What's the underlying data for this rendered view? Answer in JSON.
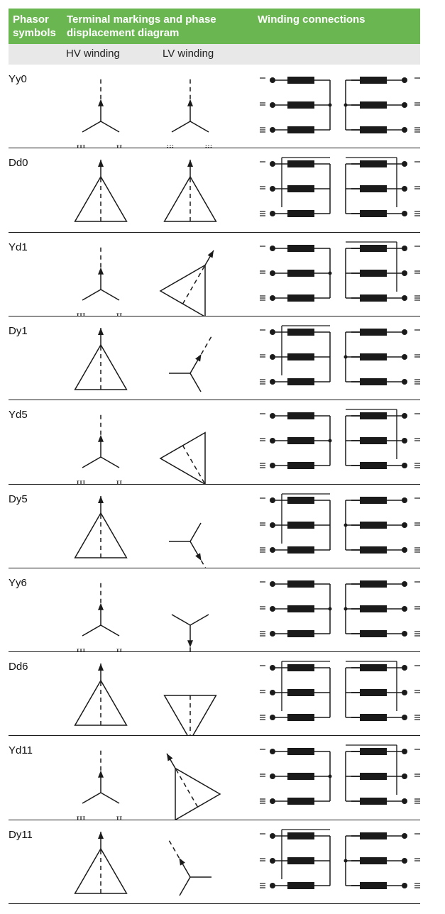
{
  "colors": {
    "header_bg": "#6ab651",
    "subheader_bg": "#e8e8e8",
    "line": "#1a1a1a"
  },
  "header": {
    "col1": "Phasor\nsymbols",
    "col2": "Terminal markings and phase\ndisplacement diagram",
    "col3": "Winding connections"
  },
  "subheader": {
    "hv": "HV winding",
    "lv": "LV winding"
  },
  "rows": [
    {
      "symbol": "Yy0",
      "hv": "Y",
      "hv_angle": 0,
      "lv": "Y",
      "lv_angle": 0,
      "hv_term": [
        "III",
        "II"
      ],
      "lv_term": [
        "iii",
        "iii"
      ]
    },
    {
      "symbol": "Dd0",
      "hv": "D",
      "hv_angle": 0,
      "lv": "D",
      "lv_angle": 0
    },
    {
      "symbol": "Yd1",
      "hv": "Y",
      "hv_angle": 0,
      "lv": "D",
      "lv_angle": 30,
      "hv_term": [
        "III",
        "II"
      ]
    },
    {
      "symbol": "Dy1",
      "hv": "D",
      "hv_angle": 0,
      "lv": "Y",
      "lv_angle": 30
    },
    {
      "symbol": "Yd5",
      "hv": "Y",
      "hv_angle": 0,
      "lv": "D",
      "lv_angle": 150,
      "hv_term": [
        "III",
        "II"
      ]
    },
    {
      "symbol": "Dy5",
      "hv": "D",
      "hv_angle": 0,
      "lv": "Y",
      "lv_angle": 150
    },
    {
      "symbol": "Yy6",
      "hv": "Y",
      "hv_angle": 0,
      "lv": "Y",
      "lv_angle": 180,
      "hv_term": [
        "III",
        "II"
      ]
    },
    {
      "symbol": "Dd6",
      "hv": "D",
      "hv_angle": 0,
      "lv": "D",
      "lv_angle": 180
    },
    {
      "symbol": "Yd11",
      "hv": "Y",
      "hv_angle": 0,
      "lv": "D",
      "lv_angle": 330,
      "hv_term": [
        "III",
        "II"
      ]
    },
    {
      "symbol": "Dy11",
      "hv": "D",
      "hv_angle": 0,
      "lv": "Y",
      "lv_angle": 330
    }
  ],
  "winding_connections": [
    {
      "symbol": "Yy0",
      "primary": "star",
      "secondary": "star"
    },
    {
      "symbol": "Dd0",
      "primary": "delta",
      "secondary": "delta"
    },
    {
      "symbol": "Yd1",
      "primary": "star",
      "secondary": "delta"
    },
    {
      "symbol": "Dy1",
      "primary": "delta",
      "secondary": "star"
    },
    {
      "symbol": "Yd5",
      "primary": "star",
      "secondary": "delta"
    },
    {
      "symbol": "Dy5",
      "primary": "delta",
      "secondary": "star"
    },
    {
      "symbol": "Yy6",
      "primary": "star",
      "secondary": "star"
    },
    {
      "symbol": "Dd6",
      "primary": "delta",
      "secondary": "delta"
    },
    {
      "symbol": "Yd11",
      "primary": "star",
      "secondary": "delta"
    },
    {
      "symbol": "Dy11",
      "primary": "delta",
      "secondary": "star"
    }
  ]
}
